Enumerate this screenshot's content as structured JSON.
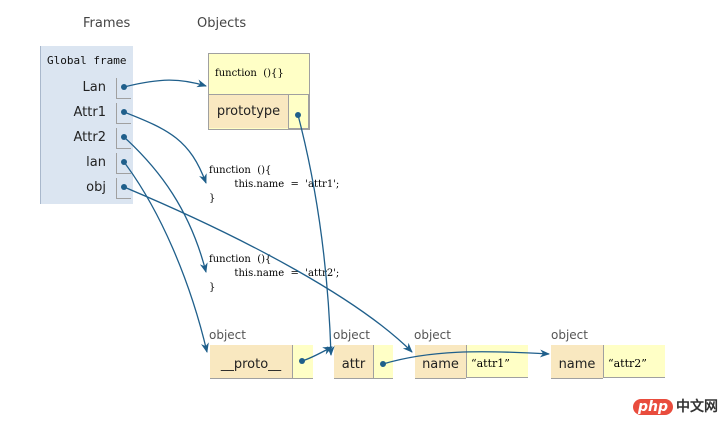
{
  "headers": {
    "frames": "Frames",
    "objects": "Objects"
  },
  "global_frame": {
    "title": "Global frame",
    "variables": [
      {
        "name": "Lan"
      },
      {
        "name": "Attr1"
      },
      {
        "name": "Attr2"
      },
      {
        "name": "lan"
      },
      {
        "name": "obj"
      }
    ]
  },
  "heap": {
    "lan_function": {
      "header": "function  (){}",
      "key": "prototype"
    },
    "attr1_function": {
      "line1": "function  (){",
      "line2": "        this.name  =  'attr1';",
      "line3": "}"
    },
    "attr2_function": {
      "line1": "function  (){",
      "line2": "        this.name  =  'attr2';",
      "line3": "}"
    },
    "lan_instance": {
      "label": "object",
      "key": "__proto__"
    },
    "prototype_obj": {
      "label": "object",
      "key": "attr"
    },
    "attr1_instance": {
      "label": "object",
      "key": "name",
      "value": "“attr1”"
    },
    "attr2_instance": {
      "label": "object",
      "key": "name",
      "value": "“attr2”"
    }
  },
  "watermark": {
    "brand": "php",
    "text": "中文网"
  },
  "colors": {
    "arrow": "#1f5f8b",
    "frame_bg": "#dbe5f1",
    "key_bg": "#f9e8c0",
    "val_bg": "#ffffc6"
  }
}
